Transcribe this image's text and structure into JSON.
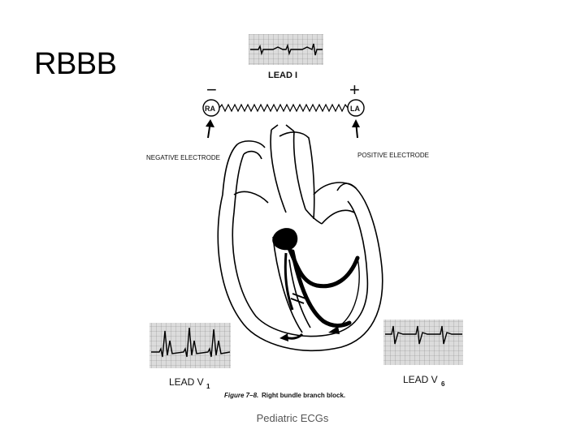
{
  "slide": {
    "title": "RBBB",
    "footer": "Pediatric ECGs"
  },
  "figure": {
    "lead_i_label": "LEAD I",
    "lead_v1_label": "LEAD V",
    "lead_v1_sub": "1",
    "lead_v6_label": "LEAD V",
    "lead_v6_sub": "6",
    "minus_sign": "−",
    "plus_sign": "+",
    "ra_label": "RA",
    "la_label": "LA",
    "negative_electrode": "NEGATIVE  ELECTRODE",
    "positive_electrode": "POSITIVE  ELECTRODE",
    "caption_prefix": "Figure 7–8.",
    "caption_text": "Right bundle branch block."
  }
}
